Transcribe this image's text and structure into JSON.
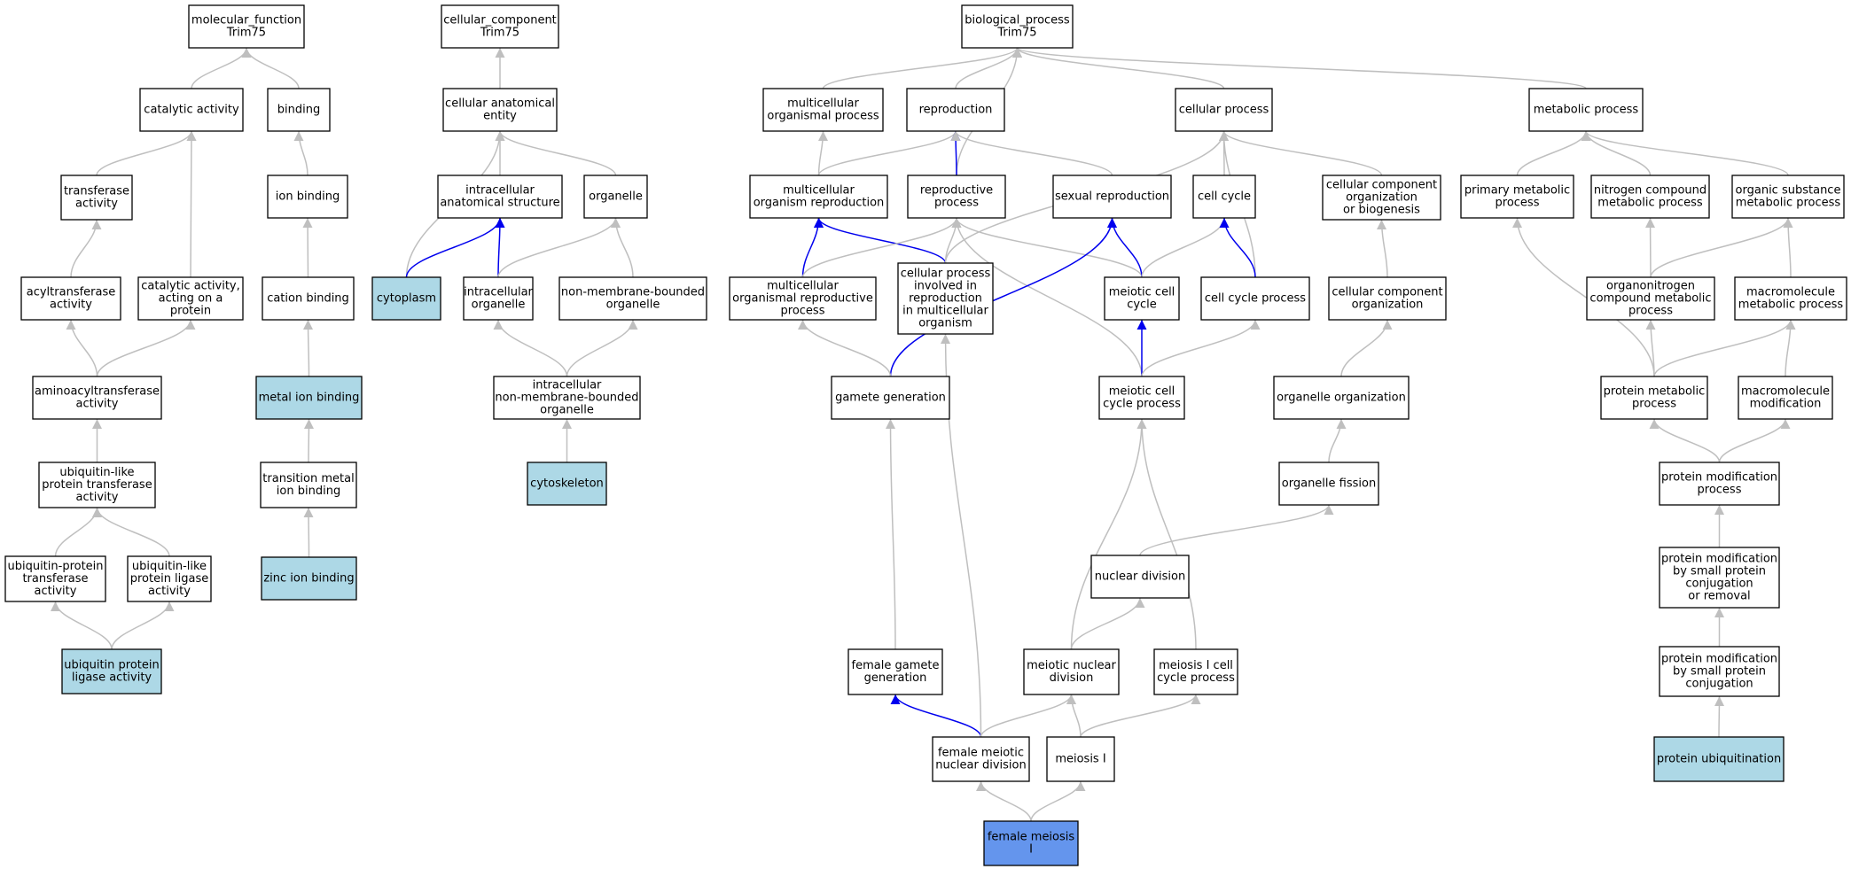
{
  "colors": {
    "default_fill": "#ffffff",
    "highlight_fill": "#add8e6",
    "query_fill": "#6495ed",
    "edge_gray": "#bfbfbf",
    "edge_blue": "#0000ee"
  },
  "nodes": [
    {
      "id": "mf",
      "label": [
        "molecular_function",
        "Trim75"
      ],
      "style": "default"
    },
    {
      "id": "catalytic",
      "label": [
        "catalytic activity"
      ],
      "style": "default"
    },
    {
      "id": "binding",
      "label": [
        "binding"
      ],
      "style": "default"
    },
    {
      "id": "transferase",
      "label": [
        "transferase",
        "activity"
      ],
      "style": "default"
    },
    {
      "id": "ionbinding",
      "label": [
        "ion binding"
      ],
      "style": "default"
    },
    {
      "id": "acyltransferase",
      "label": [
        "acyltransferase",
        "activity"
      ],
      "style": "default"
    },
    {
      "id": "catprot",
      "label": [
        "catalytic activity,",
        "acting on a",
        "protein"
      ],
      "style": "default"
    },
    {
      "id": "cationbinding",
      "label": [
        "cation binding"
      ],
      "style": "default"
    },
    {
      "id": "aminoacyl",
      "label": [
        "aminoacyltransferase",
        "activity"
      ],
      "style": "default"
    },
    {
      "id": "metalion",
      "label": [
        "metal ion binding"
      ],
      "style": "highlight"
    },
    {
      "id": "ublike",
      "label": [
        "ubiquitin-like",
        "protein transferase",
        "activity"
      ],
      "style": "default"
    },
    {
      "id": "transmetal",
      "label": [
        "transition metal",
        "ion binding"
      ],
      "style": "default"
    },
    {
      "id": "ubprottrans",
      "label": [
        "ubiquitin-protein",
        "transferase",
        "activity"
      ],
      "style": "default"
    },
    {
      "id": "ublikeligase",
      "label": [
        "ubiquitin-like",
        "protein ligase",
        "activity"
      ],
      "style": "default"
    },
    {
      "id": "zinc",
      "label": [
        "zinc ion binding"
      ],
      "style": "highlight"
    },
    {
      "id": "ubligase",
      "label": [
        "ubiquitin protein",
        "ligase activity"
      ],
      "style": "highlight"
    },
    {
      "id": "cc",
      "label": [
        "cellular_component",
        "Trim75"
      ],
      "style": "default"
    },
    {
      "id": "cae",
      "label": [
        "cellular anatomical",
        "entity"
      ],
      "style": "default"
    },
    {
      "id": "ias",
      "label": [
        "intracellular",
        "anatomical structure"
      ],
      "style": "default"
    },
    {
      "id": "organelle",
      "label": [
        "organelle"
      ],
      "style": "default"
    },
    {
      "id": "cytoplasm",
      "label": [
        "cytoplasm"
      ],
      "style": "highlight"
    },
    {
      "id": "intorg",
      "label": [
        "intracellular",
        "organelle"
      ],
      "style": "default"
    },
    {
      "id": "nmborg",
      "label": [
        "non-membrane-bounded",
        "organelle"
      ],
      "style": "default"
    },
    {
      "id": "intnmb",
      "label": [
        "intracellular",
        "non-membrane-bounded",
        "organelle"
      ],
      "style": "default"
    },
    {
      "id": "cytoskeleton",
      "label": [
        "cytoskeleton"
      ],
      "style": "highlight"
    },
    {
      "id": "bp",
      "label": [
        "biological_process",
        "Trim75"
      ],
      "style": "default"
    },
    {
      "id": "mcop",
      "label": [
        "multicellular",
        "organismal process"
      ],
      "style": "default"
    },
    {
      "id": "repro",
      "label": [
        "reproduction"
      ],
      "style": "default"
    },
    {
      "id": "cellproc",
      "label": [
        "cellular process"
      ],
      "style": "default"
    },
    {
      "id": "metab",
      "label": [
        "metabolic process"
      ],
      "style": "default"
    },
    {
      "id": "mcorgrepro",
      "label": [
        "multicellular",
        "organism reproduction"
      ],
      "style": "default"
    },
    {
      "id": "reproproc",
      "label": [
        "reproductive",
        "process"
      ],
      "style": "default"
    },
    {
      "id": "sexrepro",
      "label": [
        "sexual reproduction"
      ],
      "style": "default"
    },
    {
      "id": "cellcycle",
      "label": [
        "cell cycle"
      ],
      "style": "default"
    },
    {
      "id": "ccob",
      "label": [
        "cellular component",
        "organization",
        "or biogenesis"
      ],
      "style": "default"
    },
    {
      "id": "primmetab",
      "label": [
        "primary metabolic",
        "process"
      ],
      "style": "default"
    },
    {
      "id": "nitmetab",
      "label": [
        "nitrogen compound",
        "metabolic process"
      ],
      "style": "default"
    },
    {
      "id": "orgsubmetab",
      "label": [
        "organic substance",
        "metabolic process"
      ],
      "style": "default"
    },
    {
      "id": "mcorp",
      "label": [
        "multicellular",
        "organismal reproductive",
        "process"
      ],
      "style": "default"
    },
    {
      "id": "cpirmo",
      "label": [
        "cellular process",
        "involved in",
        "reproduction",
        "in multicellular",
        "organism"
      ],
      "style": "default"
    },
    {
      "id": "meioticcc",
      "label": [
        "meiotic cell",
        "cycle"
      ],
      "style": "default"
    },
    {
      "id": "ccproc",
      "label": [
        "cell cycle process"
      ],
      "style": "default"
    },
    {
      "id": "ccorg",
      "label": [
        "cellular component",
        "organization"
      ],
      "style": "default"
    },
    {
      "id": "orgnitro",
      "label": [
        "organonitrogen",
        "compound metabolic",
        "process"
      ],
      "style": "default"
    },
    {
      "id": "macrometab",
      "label": [
        "macromolecule",
        "metabolic process"
      ],
      "style": "default"
    },
    {
      "id": "gamgen",
      "label": [
        "gamete generation"
      ],
      "style": "default"
    },
    {
      "id": "meioticccp",
      "label": [
        "meiotic cell",
        "cycle process"
      ],
      "style": "default"
    },
    {
      "id": "orgorg",
      "label": [
        "organelle organization"
      ],
      "style": "default"
    },
    {
      "id": "protmetab",
      "label": [
        "protein metabolic",
        "process"
      ],
      "style": "default"
    },
    {
      "id": "macromod",
      "label": [
        "macromolecule",
        "modification"
      ],
      "style": "default"
    },
    {
      "id": "orgfission",
      "label": [
        "organelle fission"
      ],
      "style": "default"
    },
    {
      "id": "protmod",
      "label": [
        "protein modification",
        "process"
      ],
      "style": "default"
    },
    {
      "id": "nucdiv",
      "label": [
        "nuclear division"
      ],
      "style": "default"
    },
    {
      "id": "protmodsp",
      "label": [
        "protein modification",
        "by small protein",
        "conjugation",
        "or removal"
      ],
      "style": "default"
    },
    {
      "id": "femgamgen",
      "label": [
        "female gamete",
        "generation"
      ],
      "style": "default"
    },
    {
      "id": "meionucdiv",
      "label": [
        "meiotic nuclear",
        "division"
      ],
      "style": "default"
    },
    {
      "id": "meiosis1cc",
      "label": [
        "meiosis I cell",
        "cycle process"
      ],
      "style": "default"
    },
    {
      "id": "protmodspc",
      "label": [
        "protein modification",
        "by small protein",
        "conjugation"
      ],
      "style": "default"
    },
    {
      "id": "femmeionuc",
      "label": [
        "female meiotic",
        "nuclear division"
      ],
      "style": "default"
    },
    {
      "id": "meiosis1",
      "label": [
        "meiosis I"
      ],
      "style": "default"
    },
    {
      "id": "protubiq",
      "label": [
        "protein ubiquitination"
      ],
      "style": "highlight"
    },
    {
      "id": "femmeiosis1",
      "label": [
        "female meiosis",
        "I"
      ],
      "style": "query"
    }
  ],
  "edges": [
    {
      "from": "catalytic",
      "to": "mf",
      "color": "gray"
    },
    {
      "from": "binding",
      "to": "mf",
      "color": "gray"
    },
    {
      "from": "transferase",
      "to": "catalytic",
      "color": "gray"
    },
    {
      "from": "catprot",
      "to": "catalytic",
      "color": "gray"
    },
    {
      "from": "ionbinding",
      "to": "binding",
      "color": "gray"
    },
    {
      "from": "acyltransferase",
      "to": "transferase",
      "color": "gray"
    },
    {
      "from": "cationbinding",
      "to": "ionbinding",
      "color": "gray"
    },
    {
      "from": "aminoacyl",
      "to": "acyltransferase",
      "color": "gray"
    },
    {
      "from": "aminoacyl",
      "to": "catprot",
      "color": "gray"
    },
    {
      "from": "metalion",
      "to": "cationbinding",
      "color": "gray"
    },
    {
      "from": "ublike",
      "to": "aminoacyl",
      "color": "gray"
    },
    {
      "from": "transmetal",
      "to": "metalion",
      "color": "gray"
    },
    {
      "from": "ubprottrans",
      "to": "ublike",
      "color": "gray"
    },
    {
      "from": "ublikeligase",
      "to": "ublike",
      "color": "gray"
    },
    {
      "from": "zinc",
      "to": "transmetal",
      "color": "gray"
    },
    {
      "from": "ubligase",
      "to": "ubprottrans",
      "color": "gray"
    },
    {
      "from": "ubligase",
      "to": "ublikeligase",
      "color": "gray"
    },
    {
      "from": "cae",
      "to": "cc",
      "color": "gray"
    },
    {
      "from": "ias",
      "to": "cae",
      "color": "gray"
    },
    {
      "from": "organelle",
      "to": "cae",
      "color": "gray"
    },
    {
      "from": "cytoplasm",
      "to": "cae",
      "color": "gray"
    },
    {
      "from": "cytoplasm",
      "to": "ias",
      "color": "blue"
    },
    {
      "from": "intorg",
      "to": "ias",
      "color": "blue"
    },
    {
      "from": "intorg",
      "to": "organelle",
      "color": "gray"
    },
    {
      "from": "nmborg",
      "to": "organelle",
      "color": "gray"
    },
    {
      "from": "intnmb",
      "to": "intorg",
      "color": "gray"
    },
    {
      "from": "intnmb",
      "to": "nmborg",
      "color": "gray"
    },
    {
      "from": "cytoskeleton",
      "to": "intnmb",
      "color": "gray"
    },
    {
      "from": "mcop",
      "to": "bp",
      "color": "gray"
    },
    {
      "from": "repro",
      "to": "bp",
      "color": "gray"
    },
    {
      "from": "cellproc",
      "to": "bp",
      "color": "gray"
    },
    {
      "from": "metab",
      "to": "bp",
      "color": "gray"
    },
    {
      "from": "reproproc",
      "to": "bp",
      "color": "gray"
    },
    {
      "from": "mcorgrepro",
      "to": "mcop",
      "color": "gray"
    },
    {
      "from": "mcorgrepro",
      "to": "repro",
      "color": "gray"
    },
    {
      "from": "reproproc",
      "to": "repro",
      "color": "blue"
    },
    {
      "from": "sexrepro",
      "to": "repro",
      "color": "gray"
    },
    {
      "from": "cellcycle",
      "to": "cellproc",
      "color": "gray"
    },
    {
      "from": "ccob",
      "to": "cellproc",
      "color": "gray"
    },
    {
      "from": "cpirmo",
      "to": "cellproc",
      "color": "gray"
    },
    {
      "from": "ccproc",
      "to": "cellproc",
      "color": "gray"
    },
    {
      "from": "primmetab",
      "to": "metab",
      "color": "gray"
    },
    {
      "from": "nitmetab",
      "to": "metab",
      "color": "gray"
    },
    {
      "from": "orgsubmetab",
      "to": "metab",
      "color": "gray"
    },
    {
      "from": "mcorp",
      "to": "mcorgrepro",
      "color": "blue"
    },
    {
      "from": "cpirmo",
      "to": "mcorgrepro",
      "color": "blue"
    },
    {
      "from": "mcorp",
      "to": "reproproc",
      "color": "gray"
    },
    {
      "from": "cpirmo",
      "to": "reproproc",
      "color": "gray"
    },
    {
      "from": "meioticcc",
      "to": "reproproc",
      "color": "gray"
    },
    {
      "from": "meioticccp",
      "to": "reproproc",
      "color": "gray"
    },
    {
      "from": "meioticcc",
      "to": "sexrepro",
      "color": "blue"
    },
    {
      "from": "gamgen",
      "to": "sexrepro",
      "color": "blue"
    },
    {
      "from": "meioticcc",
      "to": "cellcycle",
      "color": "gray"
    },
    {
      "from": "ccproc",
      "to": "cellcycle",
      "color": "blue"
    },
    {
      "from": "ccorg",
      "to": "ccob",
      "color": "gray"
    },
    {
      "from": "protmetab",
      "to": "primmetab",
      "color": "gray"
    },
    {
      "from": "orgnitro",
      "to": "nitmetab",
      "color": "gray"
    },
    {
      "from": "orgnitro",
      "to": "orgsubmetab",
      "color": "gray"
    },
    {
      "from": "macrometab",
      "to": "orgsubmetab",
      "color": "gray"
    },
    {
      "from": "gamgen",
      "to": "mcorp",
      "color": "gray"
    },
    {
      "from": "meioticccp",
      "to": "meioticcc",
      "color": "blue"
    },
    {
      "from": "meioticccp",
      "to": "ccproc",
      "color": "gray"
    },
    {
      "from": "orgorg",
      "to": "ccorg",
      "color": "gray"
    },
    {
      "from": "protmetab",
      "to": "orgnitro",
      "color": "gray"
    },
    {
      "from": "protmetab",
      "to": "macrometab",
      "color": "gray"
    },
    {
      "from": "macromod",
      "to": "macrometab",
      "color": "gray"
    },
    {
      "from": "femgamgen",
      "to": "gamgen",
      "color": "gray"
    },
    {
      "from": "meionucdiv",
      "to": "meioticccp",
      "color": "gray"
    },
    {
      "from": "meiosis1cc",
      "to": "meioticccp",
      "color": "gray"
    },
    {
      "from": "orgfission",
      "to": "orgorg",
      "color": "gray"
    },
    {
      "from": "protmod",
      "to": "protmetab",
      "color": "gray"
    },
    {
      "from": "protmod",
      "to": "macromod",
      "color": "gray"
    },
    {
      "from": "nucdiv",
      "to": "orgfission",
      "color": "gray"
    },
    {
      "from": "protmodsp",
      "to": "protmod",
      "color": "gray"
    },
    {
      "from": "meionucdiv",
      "to": "nucdiv",
      "color": "gray"
    },
    {
      "from": "protmodspc",
      "to": "protmodsp",
      "color": "gray"
    },
    {
      "from": "femmeionuc",
      "to": "femgamgen",
      "color": "blue"
    },
    {
      "from": "femmeionuc",
      "to": "meionucdiv",
      "color": "gray"
    },
    {
      "from": "femmeionuc",
      "to": "cpirmo",
      "color": "gray"
    },
    {
      "from": "meiosis1",
      "to": "meionucdiv",
      "color": "gray"
    },
    {
      "from": "meiosis1",
      "to": "meiosis1cc",
      "color": "gray"
    },
    {
      "from": "protubiq",
      "to": "protmodspc",
      "color": "gray"
    },
    {
      "from": "femmeiosis1",
      "to": "femmeionuc",
      "color": "gray"
    },
    {
      "from": "femmeiosis1",
      "to": "meiosis1",
      "color": "gray"
    }
  ]
}
